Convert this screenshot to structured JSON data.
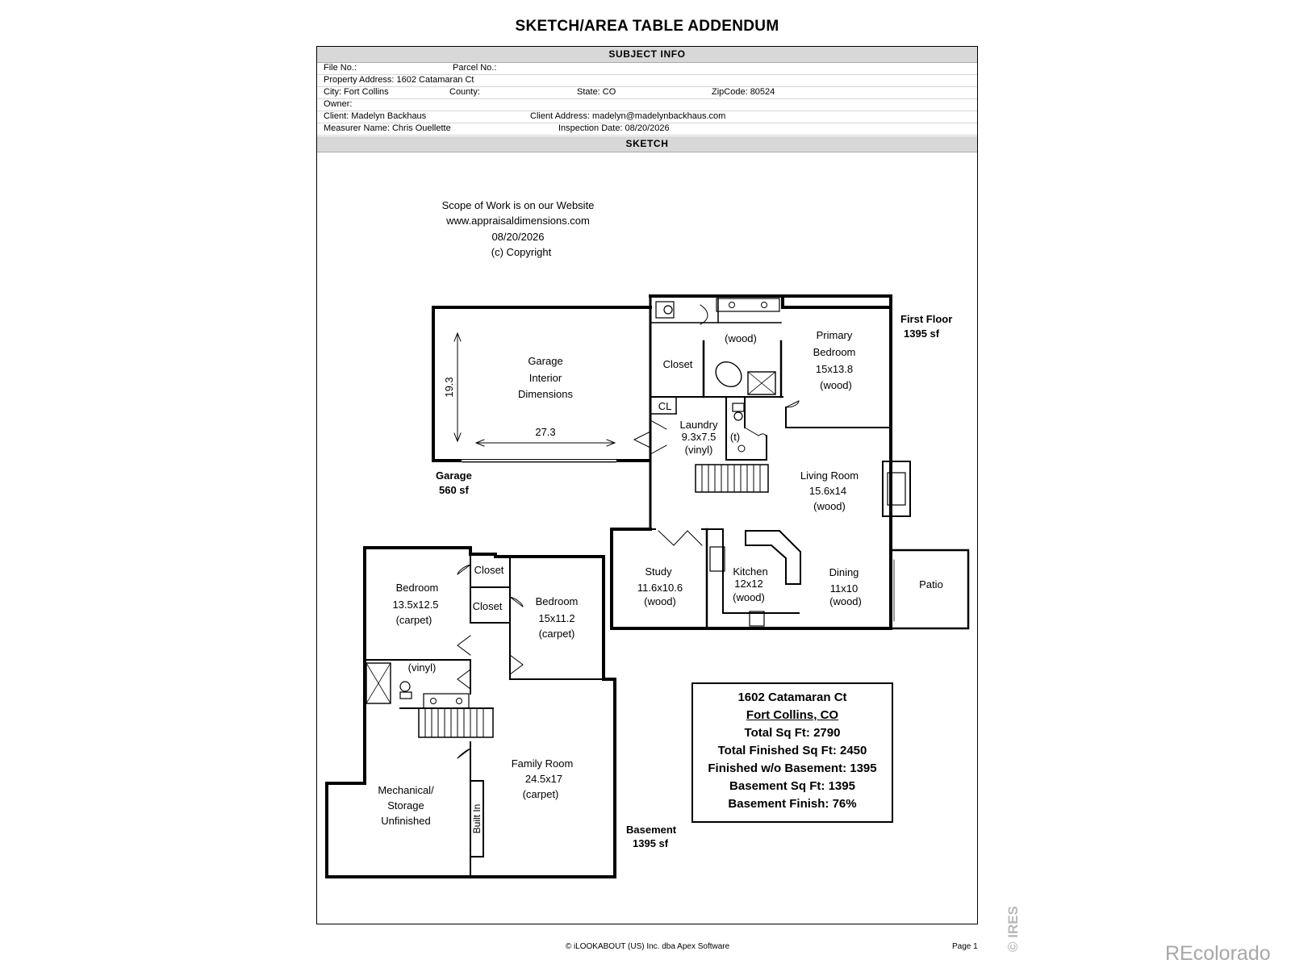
{
  "title": "SKETCH/AREA TABLE ADDENDUM",
  "subject_info": {
    "header": "SUBJECT INFO",
    "file_no": "File No.:",
    "parcel_no": "Parcel No.:",
    "property_address": "Property Address: 1602 Catamaran Ct",
    "city": "City: Fort Collins",
    "county": "County:",
    "state": "State: CO",
    "zipcode": "ZipCode: 80524",
    "owner": "Owner:",
    "client": "Client: Madelyn Backhaus",
    "client_address": "Client Address: madelyn@madelynbackhaus.com",
    "measurer": "Measurer Name: Chris Ouellette",
    "inspection_date": "Inspection Date: 08/20/2026"
  },
  "sketch": {
    "header": "SKETCH",
    "scope_lines": [
      "Scope of Work is on our Website",
      "www.appraisaldimensions.com",
      "08/20/2026",
      "(c) Copyright"
    ],
    "area_labels": {
      "first_floor": [
        "First Floor",
        "1395 sf"
      ],
      "garage": [
        "Garage",
        "560 sf"
      ],
      "basement": [
        "Basement",
        "1395 sf"
      ]
    },
    "rooms": {
      "garage_interior": [
        "Garage",
        "Interior",
        "Dimensions"
      ],
      "garage_width": "27.3",
      "garage_depth": "19.3",
      "bath_up": "(wood)",
      "closet_up": "Closet",
      "primary_bedroom": [
        "Primary",
        "Bedroom",
        "15x13.8",
        "(wood)"
      ],
      "cl": "CL",
      "laundry": [
        "Laundry",
        "9.3x7.5",
        "(vinyl)"
      ],
      "toilet_t": "(t)",
      "living_room": [
        "Living Room",
        "15.6x14",
        "(wood)"
      ],
      "study": [
        "Study",
        "11.6x10.6",
        "(wood)"
      ],
      "kitchen": [
        "Kitchen",
        "12x12",
        "(wood)"
      ],
      "dining": [
        "Dining",
        "11x10",
        "(wood)"
      ],
      "patio": "Patio",
      "bedroom_left": [
        "Bedroom",
        "13.5x12.5",
        "(carpet)"
      ],
      "closet_a": "Closet",
      "closet_b": "Closet",
      "bedroom_right": [
        "Bedroom",
        "15x11.2",
        "(carpet)"
      ],
      "bath_down": "(vinyl)",
      "family_room": [
        "Family Room",
        "24.5x17",
        "(carpet)"
      ],
      "mechanical": [
        "Mechanical/",
        "Storage",
        "Unfinished"
      ],
      "built_in": "Built In"
    },
    "summary": {
      "address": "1602 Catamaran Ct",
      "city": "Fort Collins, CO",
      "total": "Total Sq Ft: 2790",
      "total_finished": "Total Finished Sq Ft: 2450",
      "finished_wo_basement": "Finished w/o Basement: 1395",
      "basement_sqft": "Basement Sq Ft: 1395",
      "basement_finish": "Basement Finish: 76%"
    }
  },
  "footer": {
    "copyright": "© iLOOKABOUT (US) Inc. dba Apex Software",
    "page": "Page 1"
  },
  "watermarks": {
    "ires": "© IRES",
    "recolorado": "REcolorado"
  }
}
